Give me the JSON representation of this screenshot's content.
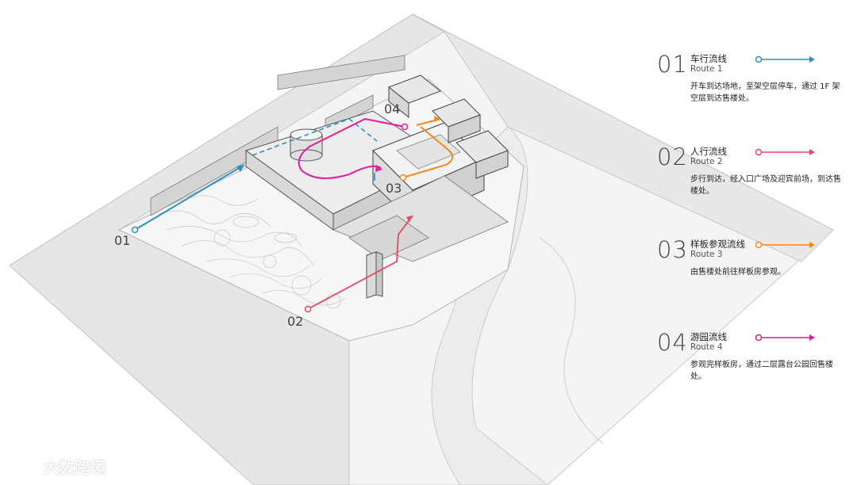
{
  "routes": [
    {
      "num": "01",
      "title_cn": "车行流线",
      "title_en": "Route 1",
      "desc": "开车到达场地，至架空层停车，通过 1F 架空层到达售楼处。",
      "color": "#2e8fc7"
    },
    {
      "num": "02",
      "title_cn": "人行流线",
      "title_en": "Route 2",
      "desc": "步行到达，经入口广场及迎宾前场，到达售楼处。",
      "color": "#e8455e"
    },
    {
      "num": "03",
      "title_cn": "样板参观流线",
      "title_en": "Route 3",
      "desc": "由售楼处前往样板房参观。",
      "color": "#f08a1c"
    },
    {
      "num": "04",
      "title_cn": "游园流线",
      "title_en": "Route 4",
      "desc": "参观完样板房，通过二层露台公园回售楼处。",
      "color": "#e01d9b"
    }
  ],
  "map_labels": {
    "l01": "01",
    "l02": "02",
    "l03": "03",
    "l04": "04"
  },
  "watermark": {
    "text": "大数跨境"
  }
}
